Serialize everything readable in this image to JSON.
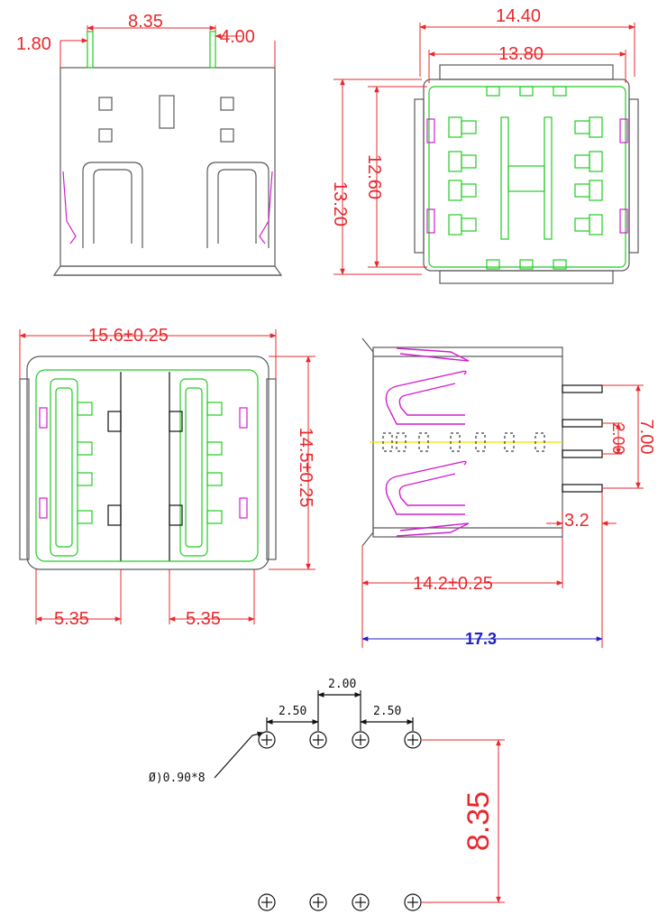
{
  "colors": {
    "dimension": "#e8282d",
    "outline": "#5a5a5a",
    "contact": "#22cc22",
    "spring": "#d21ed2",
    "center_line": "#e8e800",
    "overall_dim": "#2020c8",
    "black": "#111111"
  },
  "front_view": {
    "dim_left": "1.80",
    "dim_center": "8.35",
    "dim_right": "4.00"
  },
  "top_view": {
    "dim_width_outer": "14.40",
    "dim_width_inner": "13.80",
    "dim_height_outer": "13.20",
    "dim_height_inner": "12.60"
  },
  "end_view": {
    "dim_width": "15.6±0.25",
    "dim_height": "14.5±0.25",
    "dim_bottom_left": "5.35",
    "dim_bottom_right": "5.35"
  },
  "side_view": {
    "dim_pitch_outer": "7.00",
    "dim_pitch_inner": "2.00",
    "dim_tail": "3.2",
    "dim_body": "14.2±0.25",
    "dim_total": "17.3"
  },
  "footprint": {
    "dim_center_gap": "2.00",
    "dim_left_pitch": "2.50",
    "dim_right_pitch": "2.50",
    "hole_note": "Ø)0.90*8",
    "row_spacing": "8.35"
  }
}
